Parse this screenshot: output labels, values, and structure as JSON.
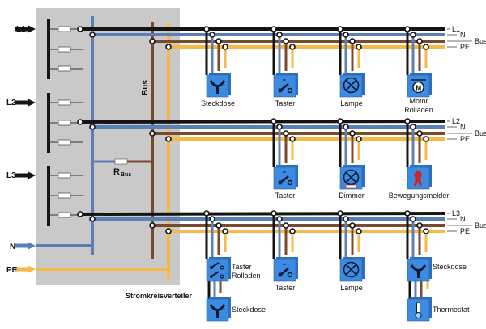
{
  "colors": {
    "phase": "#141414",
    "neutral": "#5b80b8",
    "bus": "#7b4a2e",
    "pe": "#f6b946",
    "panel": "#c9c9c9",
    "device": "#3d8be0",
    "device_shadow": "#2f6fc0",
    "motion": "#d42020"
  },
  "panel": {
    "title": "Stromkreisverteiler",
    "bus_label": "Bus",
    "resistor_label": "R",
    "resistor_sub": "Bus"
  },
  "inputs": {
    "l1": "L1",
    "l2": "L2",
    "l3": "L3",
    "n": "N",
    "pe": "PE"
  },
  "circuits": [
    {
      "lines": [
        "L1",
        "N",
        "Bus",
        "PE"
      ],
      "devices": [
        {
          "label": "Steckdose",
          "icon": "socket-icon"
        },
        {
          "label": "Taster",
          "icon": "push-button-icon"
        },
        {
          "label": "Lampe",
          "icon": "lamp-icon"
        },
        {
          "label": "Motor",
          "label2": "Rolladen",
          "icon": "motor-icon"
        }
      ]
    },
    {
      "lines": [
        "L2",
        "N",
        "Bus",
        "PE"
      ],
      "devices": [
        {
          "label": "Taster",
          "icon": "push-button-icon"
        },
        {
          "label": "Dimmer",
          "icon": "dimmer-icon"
        },
        {
          "label": "Bewegungsmelder",
          "icon": "motion-detector-icon"
        }
      ]
    },
    {
      "lines": [
        "L3",
        "N",
        "Bus",
        "PE"
      ],
      "devices": [
        {
          "label": "Taster",
          "label2": "Rolladen",
          "icon": "shutter-button-icon"
        },
        {
          "label": "Steckdose",
          "icon": "socket-icon"
        },
        {
          "label": "Taster",
          "icon": "push-button-icon"
        },
        {
          "label": "Lampe",
          "icon": "lamp-icon"
        },
        {
          "label": "Steckdose",
          "icon": "socket-icon"
        },
        {
          "label": "Thermostat",
          "icon": "thermostat-icon"
        }
      ]
    }
  ]
}
